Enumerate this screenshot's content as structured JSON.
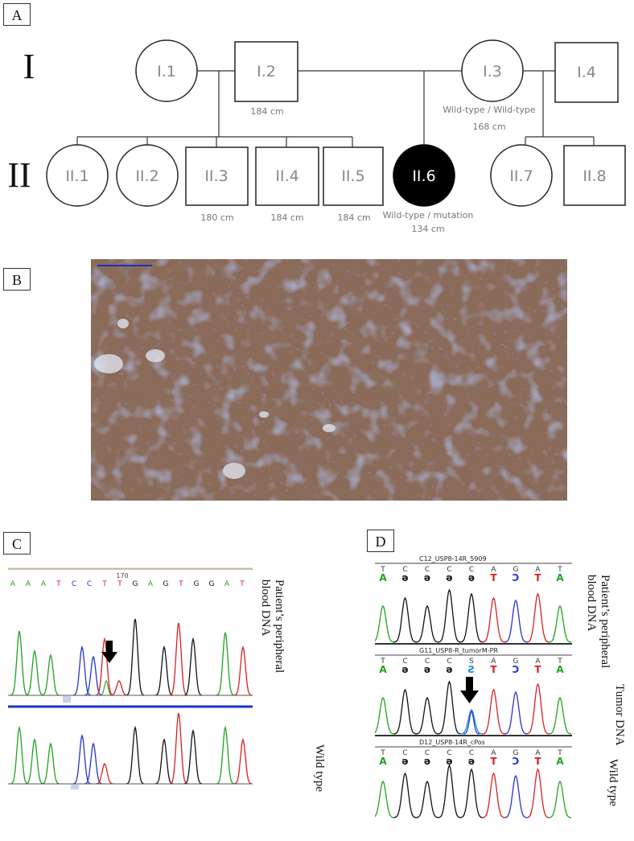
{
  "panels": {
    "a": "A",
    "b": "B",
    "c": "C",
    "d": "D"
  },
  "pedigree": {
    "generations": [
      "I",
      "II"
    ],
    "members": {
      "I1": "I.1",
      "I2": "I.2",
      "I3": "I.3",
      "I4": "I.4",
      "II1": "II.1",
      "II2": "II.2",
      "II3": "II.3",
      "II4": "II.4",
      "II5": "II.5",
      "II6": "II.6",
      "II7": "II.7",
      "II8": "II.8"
    },
    "annotations": {
      "I2_height": "184 cm",
      "I3_genotype": "Wild-type / Wild-type",
      "I3_height": "168 cm",
      "II3_height": "180 cm",
      "II4_height": "184 cm",
      "II5_height": "184 cm",
      "II6_genotype": "Wild-type / mutation",
      "II6_height": "134 cm"
    }
  },
  "panel_c": {
    "sequence": [
      "A",
      "A",
      "A",
      "T",
      "C",
      "C",
      "T",
      "T",
      "G",
      "A",
      "G",
      "T",
      "G",
      "G",
      "A",
      "T"
    ],
    "position_label": "170",
    "labels": {
      "top": "Patient’s peripheral blood DNA",
      "bottom": "Wild type"
    }
  },
  "panel_d": {
    "tracks": [
      {
        "name": "C12_USP8-14R_5909",
        "bases": [
          "T",
          "C",
          "C",
          "C",
          "C",
          "A",
          "G",
          "A",
          "T"
        ]
      },
      {
        "name": "G11_USP8-R_tumorM-PR",
        "bases": [
          "T",
          "C",
          "C",
          "C",
          "S",
          "A",
          "G",
          "A",
          "T"
        ]
      },
      {
        "name": "D12_USP8-14R_cPos",
        "bases": [
          "T",
          "C",
          "C",
          "C",
          "C",
          "A",
          "G",
          "A",
          "T"
        ]
      }
    ],
    "labels": {
      "top": "Patient’s peripheral blood DNA",
      "middle": "Tumor DNA",
      "bottom": "Wild type"
    }
  },
  "colors": {
    "A": "#1fa31f",
    "C": "#2436c9",
    "G": "#111111",
    "T": "#d62020",
    "S": "#1e90d6"
  }
}
